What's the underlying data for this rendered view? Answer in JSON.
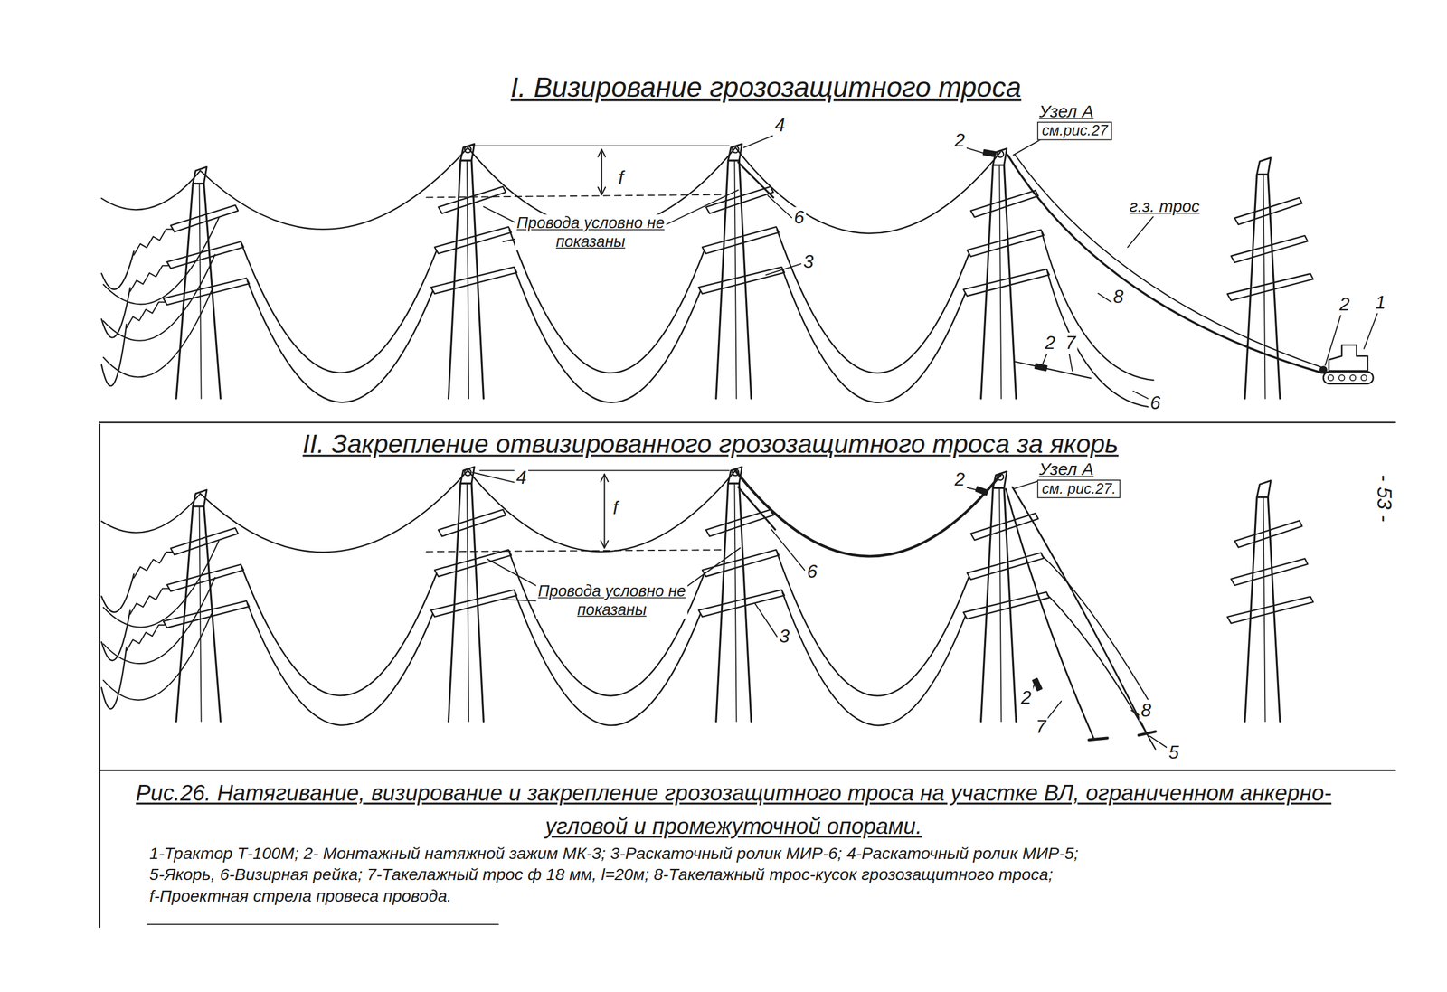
{
  "diagram": {
    "title": "I. Визирование грозозащитного троса",
    "caption": "Рис.26. Натягивание, визирование и закрепление грозозащитного троса на участке ВЛ, ограниченном анкерно-угловой и промежуточной опорами.",
    "nodes": [
      {
        "text": [
          "Узел А",
          "см.рис.27"
        ]
      },
      {
        "text": [
          "Узел А",
          "см. рис.27."
        ]
      }
    ],
    "labels": [
      "4",
      "2",
      "f",
      "6",
      "Провода условно не показаны",
      "3",
      "г.з. трос",
      "8",
      "2",
      "1",
      "2",
      "7",
      "6",
      "II. Закрепление отвизированного грозозащитного троса за якорь",
      "4",
      "f",
      "2",
      "6",
      "Провода условно не показаны",
      "3",
      "2",
      "7",
      "8",
      "5",
      "- 53 -",
      "1-Трактор Т-100М; 2- Монтажный натяжной зажим МК-3; 3-Раскаточный ролик МИР-6; 4-Раскаточный ролик МИР-5;",
      "5-Якорь, 6-Визирная рейка; 7-Такелажный трос ф 18 мм, l=20м; 8-Такелажный трос-кусок грозозащитного троса;",
      "f-Проектная стрела провеса провода."
    ]
  }
}
